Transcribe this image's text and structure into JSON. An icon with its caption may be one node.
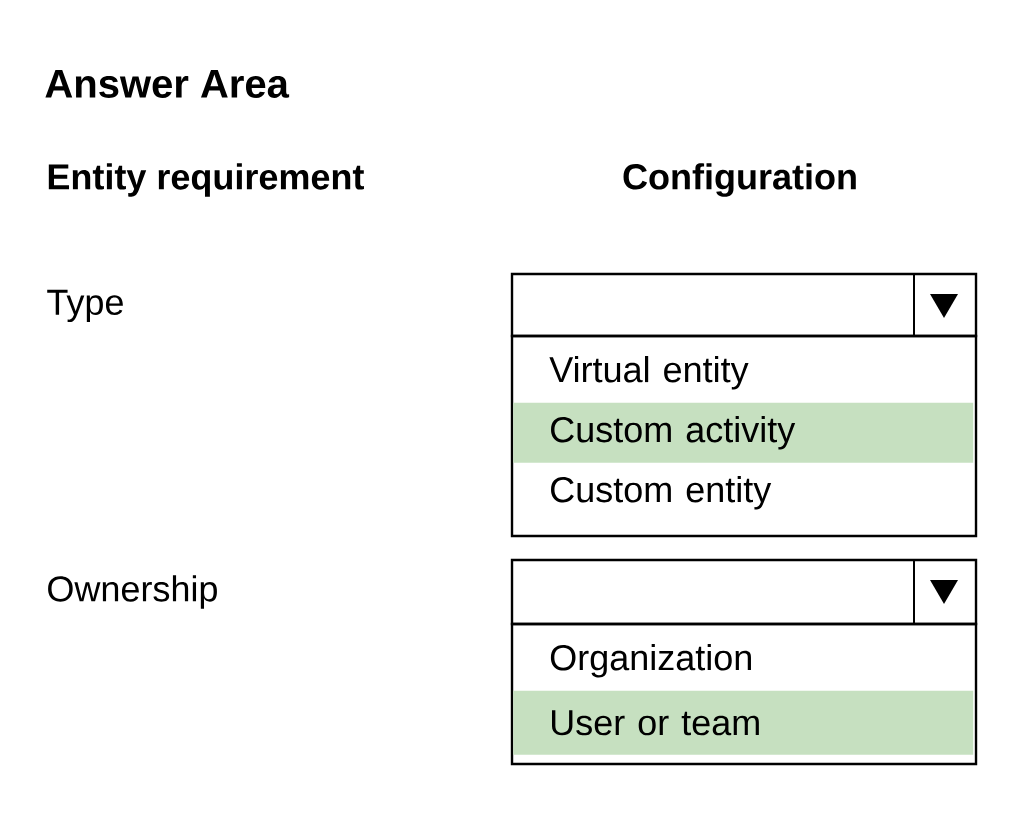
{
  "diagram": {
    "title": "Answer Area",
    "nodes": [
      {
        "text": [],
        "shape": "box"
      },
      {
        "text": [],
        "shape": "box"
      },
      {
        "text": [
          "Virtual entity"
        ],
        "in": 1
      },
      {
        "text": [
          "Custom activity"
        ],
        "in": 1
      },
      {
        "text": [
          "Custom entity"
        ],
        "in": 1
      },
      {
        "text": [],
        "shape": "box"
      },
      {
        "text": [],
        "shape": "box"
      },
      {
        "text": [
          "Organization"
        ],
        "in": 6
      },
      {
        "text": [
          "User or team"
        ],
        "in": 6
      }
    ],
    "labels": [
      "Entity requirement",
      "Configuration",
      "Type",
      "Ownership"
    ]
  }
}
